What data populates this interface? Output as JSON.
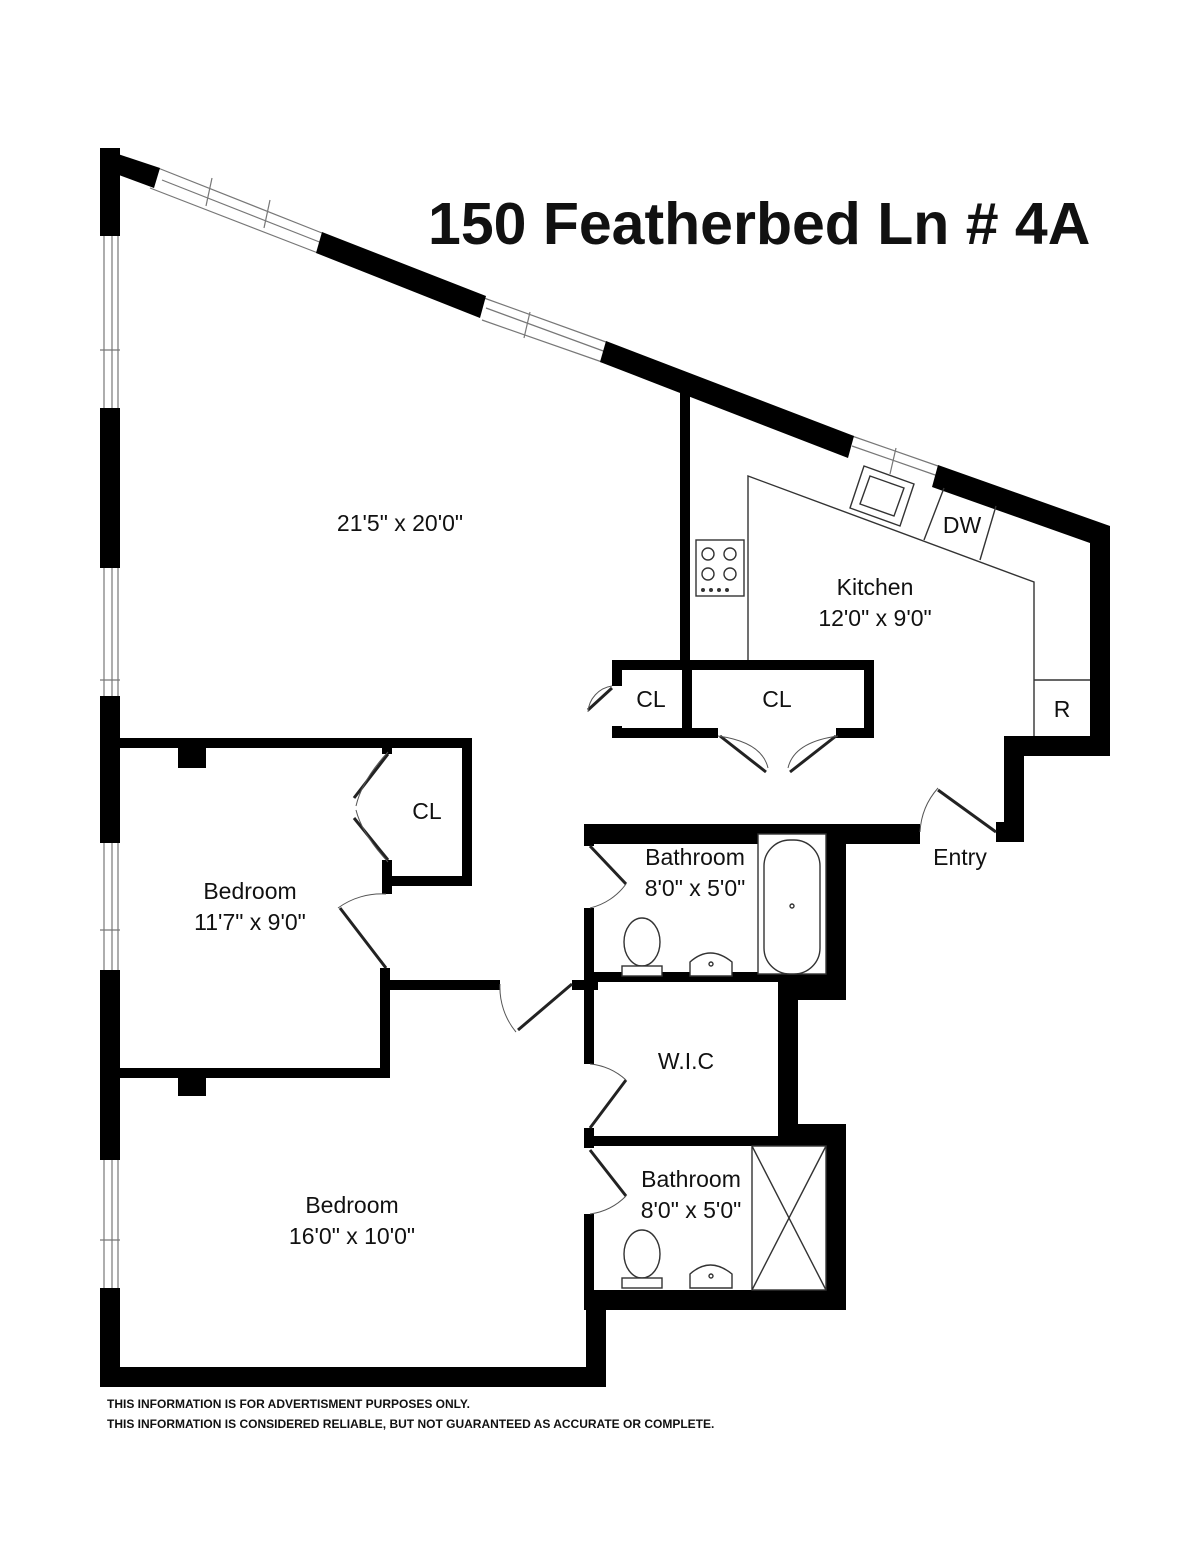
{
  "title": "150 Featherbed Ln # 4A",
  "rooms": {
    "living": {
      "dims": "21'5\" x 20'0\""
    },
    "kitchen": {
      "name": "Kitchen",
      "dims": "12'0\" x 9'0\""
    },
    "bedroom1": {
      "name": "Bedroom",
      "dims": "11'7\" x 9'0\""
    },
    "bedroom2": {
      "name": "Bedroom",
      "dims": "16'0\" x 10'0\""
    },
    "bathroom1": {
      "name": "Bathroom",
      "dims": "8'0\" x 5'0\""
    },
    "bathroom2": {
      "name": "Bathroom",
      "dims": "8'0\" x 5'0\""
    },
    "wic": {
      "name": "W.I.C"
    },
    "closet_hall": {
      "name": "CL"
    },
    "closet_kitchen": {
      "name": "CL"
    },
    "closet_bedroom": {
      "name": "CL"
    },
    "entry": {
      "name": "Entry"
    }
  },
  "appliances": {
    "dishwasher": "DW",
    "refrigerator": "R"
  },
  "disclaimer": {
    "line1": "THIS INFORMATION IS FOR ADVERTISMENT PURPOSES ONLY.",
    "line2": "THIS INFORMATION IS CONSIDERED RELIABLE, BUT NOT GUARANTEED AS ACCURATE OR COMPLETE."
  }
}
